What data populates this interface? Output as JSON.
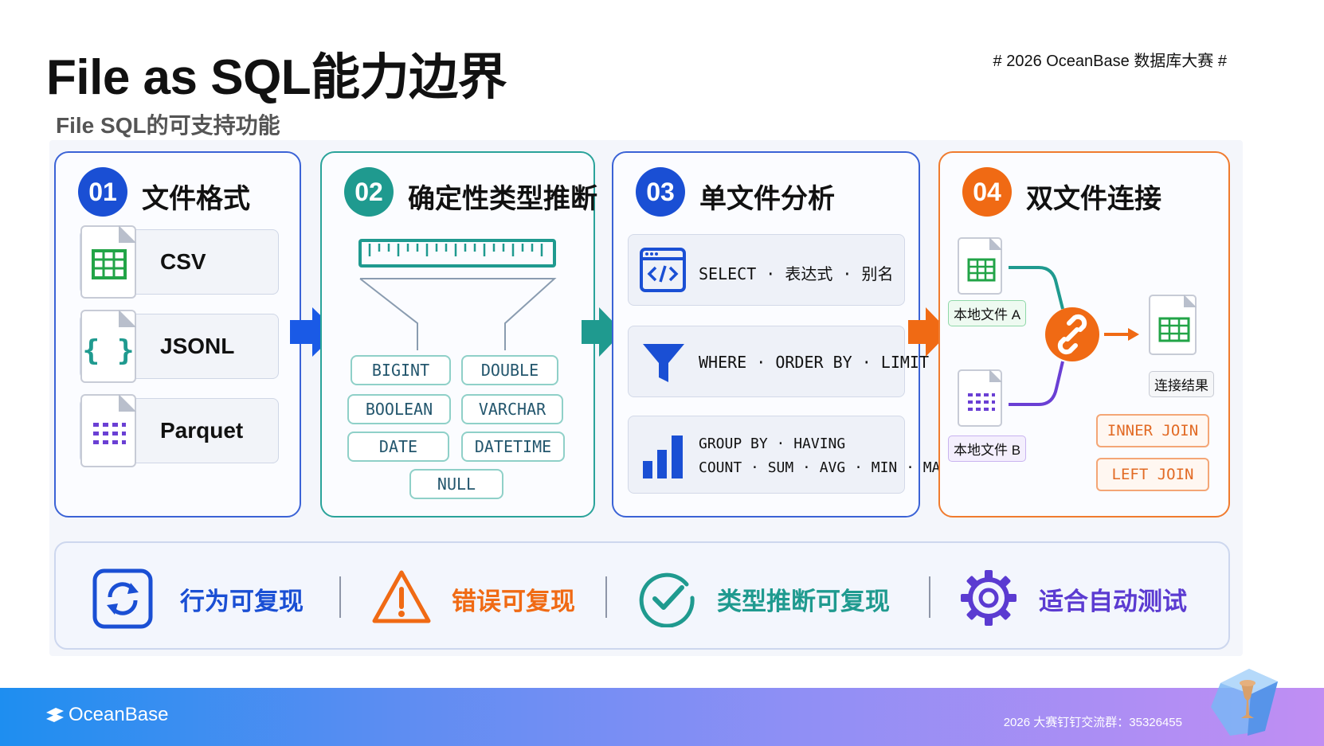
{
  "header": {
    "title": "File as SQL能力边界",
    "tag": "# 2026 OceanBase 数据库大赛 #",
    "subtitle": "File SQL的可支持功能"
  },
  "cards": [
    {
      "number": "01",
      "title": "文件格式",
      "color": "#1a4fd4",
      "formats": [
        {
          "label": "CSV",
          "icon": "spreadsheet-icon"
        },
        {
          "label": "JSONL",
          "icon": "braces-icon"
        },
        {
          "label": "Parquet",
          "icon": "columnar-icon"
        }
      ]
    },
    {
      "number": "02",
      "title": "确定性类型推断",
      "color": "#1f9a8f",
      "types": [
        "BIGINT",
        "DOUBLE",
        "BOOLEAN",
        "VARCHAR",
        "DATE",
        "DATETIME",
        "NULL"
      ]
    },
    {
      "number": "03",
      "title": "单文件分析",
      "color": "#1a4fd4",
      "rows": [
        {
          "icon": "code-window-icon",
          "lines": [
            "SELECT · 表达式 · 别名"
          ]
        },
        {
          "icon": "filter-icon",
          "lines": [
            "WHERE · ORDER BY · LIMIT"
          ]
        },
        {
          "icon": "bar-chart-icon",
          "lines": [
            "GROUP BY · HAVING",
            "COUNT · SUM · AVG · MIN · MAX"
          ]
        }
      ]
    },
    {
      "number": "04",
      "title": "双文件连接",
      "color": "#f06a14",
      "file_a": "本地文件 A",
      "file_b": "本地文件 B",
      "result": "连接结果",
      "joins": [
        "INNER JOIN",
        "LEFT JOIN"
      ]
    }
  ],
  "features": [
    {
      "label": "行为可复现",
      "icon": "refresh-icon",
      "color": "#1a4fd4"
    },
    {
      "label": "错误可复现",
      "icon": "warning-icon",
      "color": "#f06a14"
    },
    {
      "label": "类型推断可复现",
      "icon": "check-circle-icon",
      "color": "#1f9a8f"
    },
    {
      "label": "适合自动测试",
      "icon": "gear-icon",
      "color": "#5b3bd1"
    }
  ],
  "footer": {
    "brand": "OceanBase",
    "note": "2026 大赛钉钉交流群：35326455"
  }
}
